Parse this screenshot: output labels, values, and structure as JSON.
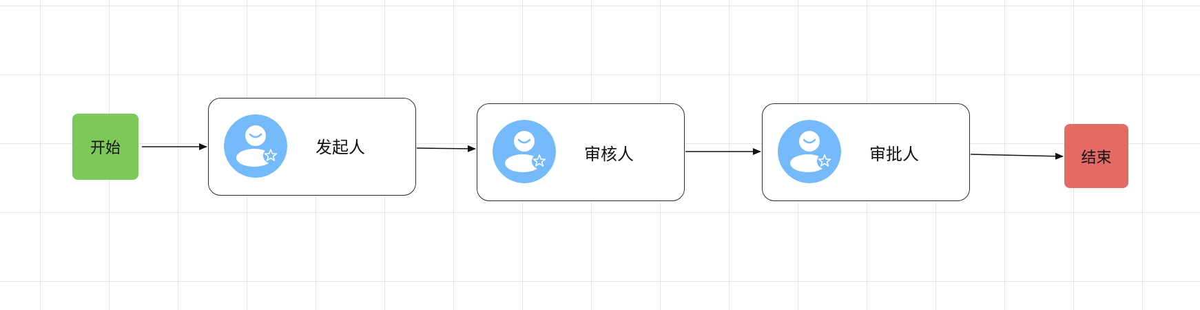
{
  "colors": {
    "grid": "#e3e3e3",
    "start_fill": "#7cc95a",
    "end_fill": "#e46a66",
    "avatar_fill": "#74b9f9",
    "edge": "#111111",
    "node_border": "#2b2b2b"
  },
  "nodes": {
    "start": {
      "label": "开始"
    },
    "initiator": {
      "label": "发起人",
      "icon": "user-star-icon"
    },
    "reviewer": {
      "label": "审核人",
      "icon": "user-star-icon"
    },
    "approver": {
      "label": "审批人",
      "icon": "user-star-icon"
    },
    "end": {
      "label": "结束"
    }
  },
  "edges": [
    {
      "from": "start",
      "to": "initiator"
    },
    {
      "from": "initiator",
      "to": "reviewer"
    },
    {
      "from": "reviewer",
      "to": "approver"
    },
    {
      "from": "approver",
      "to": "end"
    }
  ]
}
